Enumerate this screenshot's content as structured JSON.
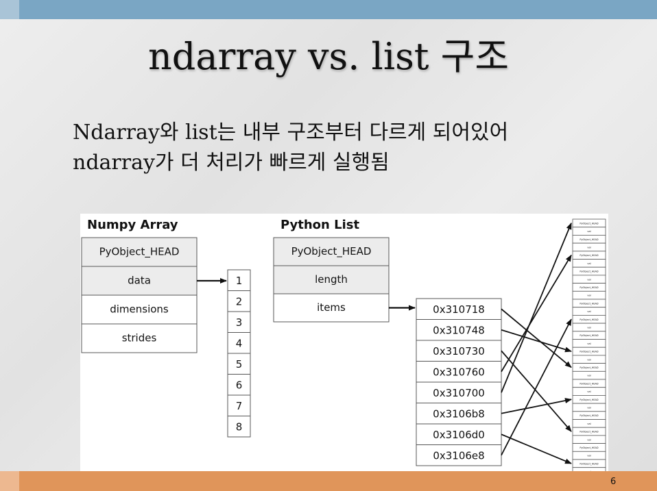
{
  "slide": {
    "title": "ndarray vs. list 구조",
    "body_lines": [
      "Ndarray와 list는 내부 구조부터 다르게 되어있어",
      "ndarray가 더 처리가 빠르게 실행됨"
    ],
    "page_number": "6"
  },
  "diagram": {
    "numpy": {
      "title": "Numpy Array",
      "fields": [
        "PyObject_HEAD",
        "data",
        "dimensions",
        "strides"
      ],
      "data_values": [
        "1",
        "2",
        "3",
        "4",
        "5",
        "6",
        "7",
        "8"
      ]
    },
    "python_list": {
      "title": "Python List",
      "fields": [
        "PyObject_HEAD",
        "length",
        "items"
      ],
      "addresses": [
        "0x310718",
        "0x310748",
        "0x310730",
        "0x310760",
        "0x310700",
        "0x3106b8",
        "0x3106d0",
        "0x3106e8"
      ]
    },
    "objects": {
      "count": 16,
      "label_head": "PyObject_HEAD",
      "label_val": "val"
    },
    "pointer_targets": [
      9,
      8,
      13,
      2,
      0,
      11,
      15,
      6
    ],
    "colors": {
      "shaded": "#ececec",
      "border": "#555555",
      "text": "#111111"
    }
  }
}
